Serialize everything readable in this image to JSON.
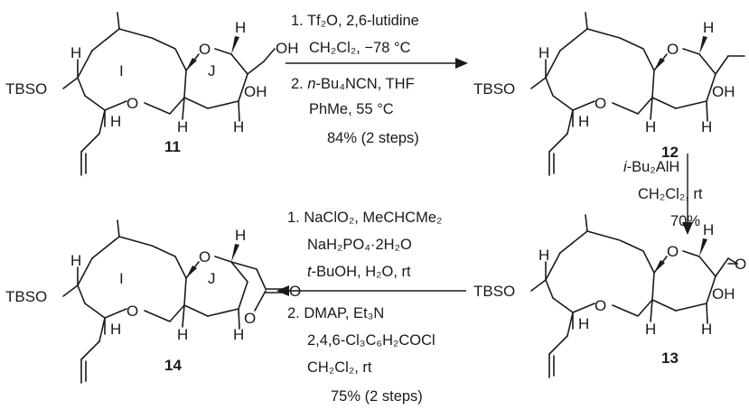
{
  "compounds": {
    "c11": "11",
    "c12": "12",
    "c13": "13",
    "c14": "14"
  },
  "atoms": {
    "O": "O",
    "H": "H",
    "OH": "OH",
    "TBSO": "TBSO",
    "CN": "CN",
    "ring_I": "I",
    "ring_J": "J"
  },
  "step1": {
    "line1": "1. Tf₂O, 2,6-lutidine",
    "line2": "CH₂Cl₂,  −78 °C",
    "line3_a": "2. ",
    "line3_b": "n",
    "line3_c": "-Bu₄NCN, THF",
    "line4": "PhMe, 55 °C",
    "line5": "84% (2 steps)"
  },
  "step2": {
    "line1_a": "i",
    "line1_b": "-Bu₂AlH",
    "line2": "CH₂Cl₂, rt",
    "line3": "70%"
  },
  "step3": {
    "line1": "1. NaClO₂, MeCHCMe₂",
    "line2": "NaH₂PO₄·2H₂O",
    "line3_a": "t",
    "line3_b": "-BuOH, H₂O, rt",
    "line4": "2. DMAP,  Et₃N",
    "line5": "2,4,6-Cl₃C₆H₂COCl",
    "line6": "CH₂Cl₂, rt",
    "line7": "75% (2 steps)"
  }
}
